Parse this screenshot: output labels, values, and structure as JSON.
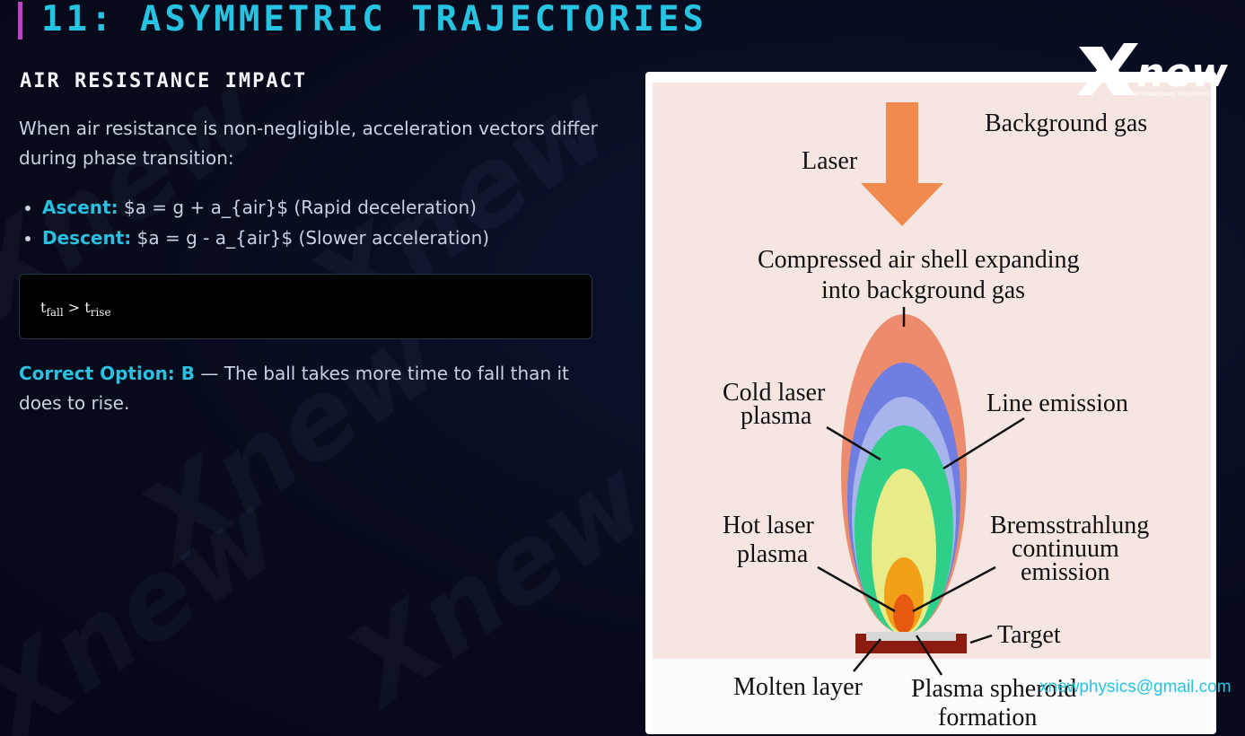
{
  "slide": {
    "title": "11: ASYMMETRIC TRAJECTORIES",
    "heading": "AIR RESISTANCE IMPACT",
    "intro": "When air resistance is non-negligible, acceleration vectors differ during phase transition:",
    "bullets": [
      {
        "term": "Ascent:",
        "text": " $a = g + a_{air}$ (Rapid deceleration)"
      },
      {
        "term": "Descent:",
        "text": " $a = g - a_{air}$ (Slower acceleration)"
      }
    ],
    "formula": {
      "lhs": "t",
      "lhs_sub": "fall",
      "op": " > ",
      "rhs": "t",
      "rhs_sub": "rise"
    },
    "answer": {
      "term": "Correct Option: B",
      "text": " — The ball takes more time to fall than it does to rise."
    }
  },
  "diagram": {
    "labels": {
      "laser": "Laser",
      "background_gas": "Background gas",
      "compressed_1": "Compressed air shell expanding",
      "compressed_2": "into background gas",
      "cold_1": "Cold laser",
      "cold_2": "plasma",
      "line_emission": "Line emission",
      "hot_1": "Hot laser",
      "hot_2": "plasma",
      "brems_1": "Bremsstrahlung",
      "brems_2": "continuum",
      "brems_3": "emission",
      "target": "Target",
      "molten": "Molten layer",
      "sphere_1": "Plasma spheroid",
      "sphere_2": "formation"
    },
    "colors": {
      "background": "#f5e6e1",
      "arrow": "#f08a4e",
      "shell_outer": "#ec8c6c",
      "shell_blue": "#6f7ee0",
      "shell_lightblue": "#a8b4ec",
      "green": "#2fcf8a",
      "yellow": "#e8ec88",
      "orange": "#f2a018",
      "core": "#e85a12",
      "target": "#8c1c10"
    }
  },
  "branding": {
    "logo_text": "new",
    "logo_sub": "INTERNATIONAL EDUCATION",
    "email": "xnewphysics@gmail.com",
    "watermark_text": "Xnew",
    "accent_color": "#27c3e3",
    "bar_color": "#c040c8"
  }
}
